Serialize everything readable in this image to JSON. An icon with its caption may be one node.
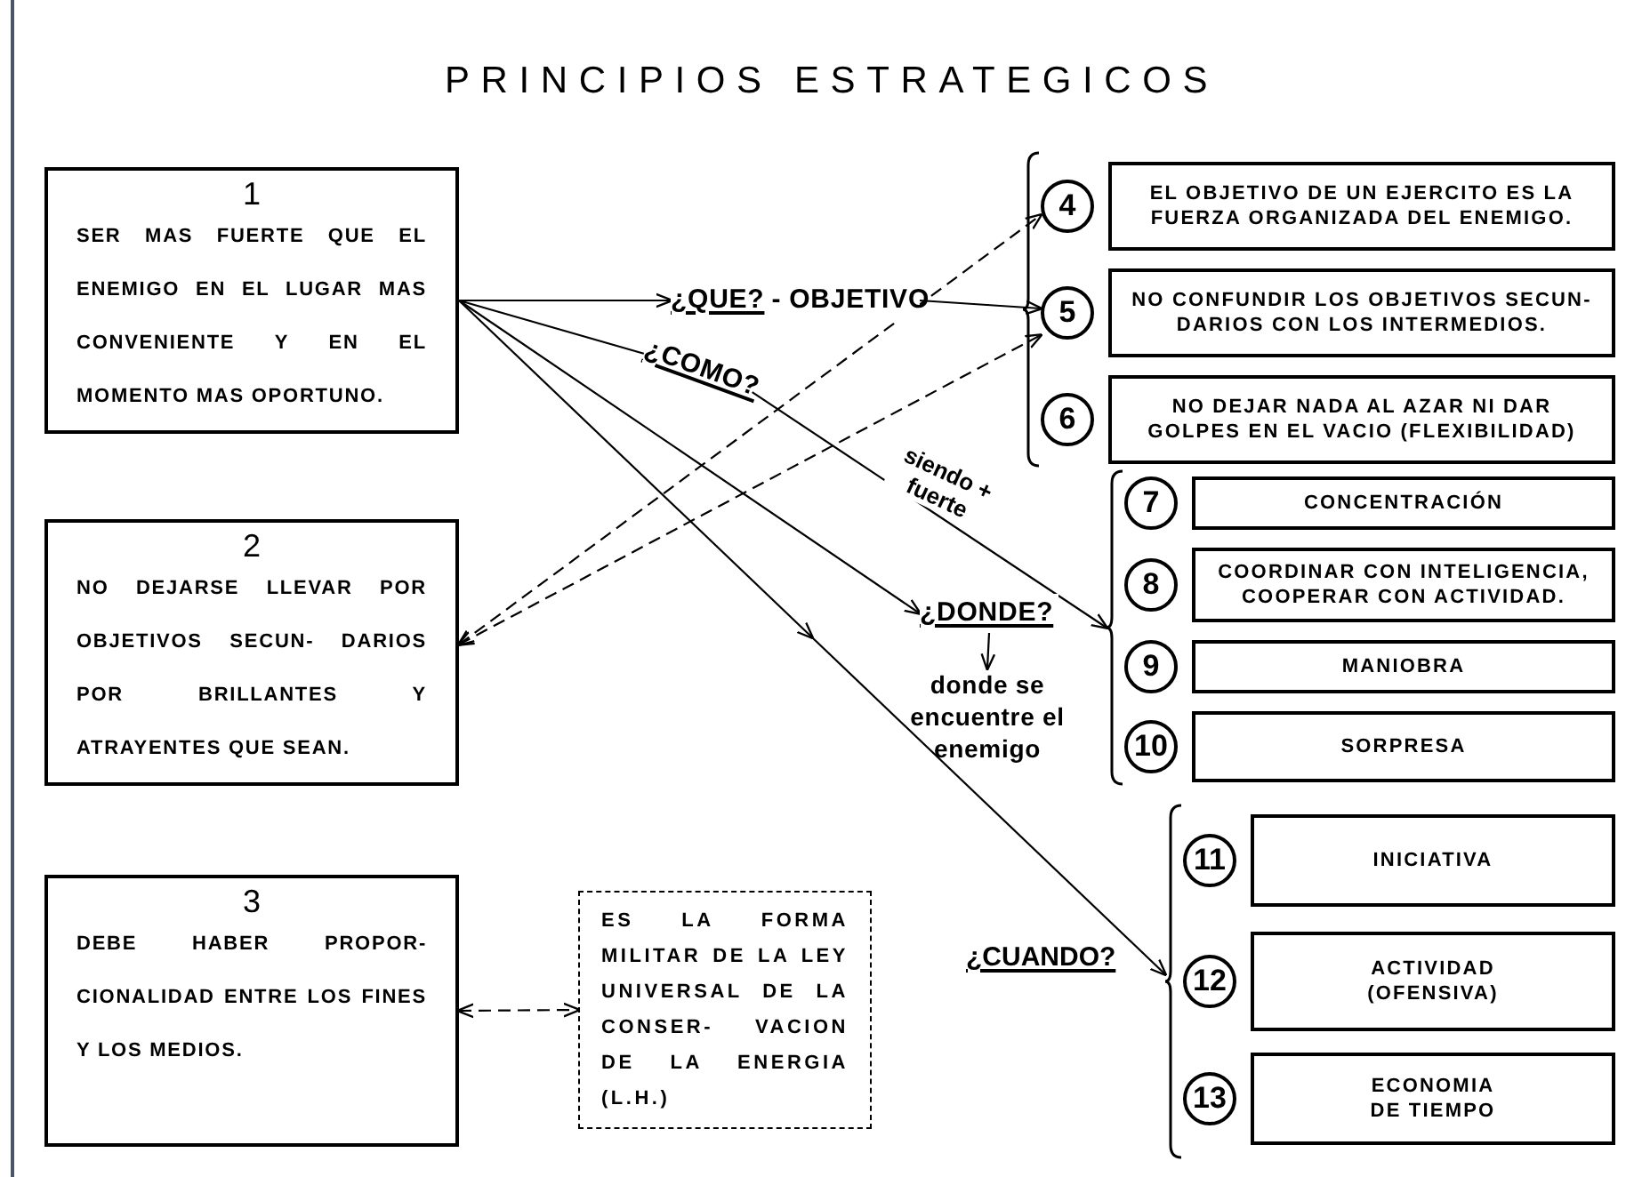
{
  "diagram": {
    "title": "PRINCIPIOS ESTRATEGICOS",
    "nodes": [
      {
        "text": [
          "1",
          "SER MAS FUERTE QUE EL ENEMIGO EN EL LUGAR MAS CONVENIENTE Y EN EL MOMENTO MAS OPORTUNO."
        ]
      },
      {
        "text": [
          "2",
          "NO DEJARSE LLEVAR POR OBJETIVOS SECUN- DARIOS POR BRILLANTES Y ATRAYENTES QUE SEAN."
        ]
      },
      {
        "text": [
          "3",
          "DEBE HABER PROPOR- CIONALIDAD ENTRE LOS FINES Y LOS MEDIOS."
        ]
      },
      {
        "text": [
          "ES LA FORMA MILITAR DE LA LEY UNIVERSAL DE LA CONSER- VACION DE LA ENERGIA (L.H.)"
        ]
      },
      {
        "text": [
          "¿QUE?",
          "- OBJETIVO"
        ]
      },
      {
        "text": [
          "¿COMO?"
        ]
      },
      {
        "text": [
          "¿DONDE?"
        ]
      },
      {
        "text": [
          "donde se encuentre el enemigo"
        ]
      },
      {
        "text": [],
        "shape": "bracket"
      },
      {
        "text": [
          "4",
          "EL OBJETIVO DE UN EJERCITO ES LA FUERZA ORGANIZADA DEL ENEMIGO."
        ],
        "in": 8
      },
      {
        "text": [
          "5",
          "NO CONFUNDIR LOS OBJETIVOS SECUN- DARIOS CON LOS INTERMEDIOS."
        ],
        "in": 8
      },
      {
        "text": [
          "6",
          "NO DEJAR NADA AL AZAR NI DAR GOLPES EN EL VACIO (FLEXIBILIDAD)"
        ],
        "in": 8
      },
      {
        "text": [],
        "shape": "bracket"
      },
      {
        "text": [
          "7",
          "CONCENTRACIÓN"
        ],
        "in": 12
      },
      {
        "text": [
          "8",
          "COORDINAR CON INTELIGENCIA, COOPERAR CON ACTIVIDAD."
        ],
        "in": 12
      },
      {
        "text": [
          "9",
          "MANIOBRA"
        ],
        "in": 12
      },
      {
        "text": [
          "10",
          "SORPRESA"
        ],
        "in": 12
      },
      {
        "text": [],
        "shape": "bracket"
      },
      {
        "text": [
          "11",
          "INICIATIVA"
        ],
        "in": 17
      },
      {
        "text": [
          "12",
          "ACTIVIDAD (OFENSIVA)"
        ],
        "in": 17
      },
      {
        "text": [
          "13",
          "ECONOMIA DE TIEMPO"
        ],
        "in": 17
      }
    ],
    "edges": [
      {
        "from": 0,
        "to": 4,
        "arrow": "to"
      },
      {
        "from": 4,
        "to": 10,
        "arrow": "to"
      },
      {
        "from": 0,
        "to": 5,
        "arrow": "none"
      },
      {
        "from": 5,
        "to": 12,
        "arrow": "to",
        "label": "siendo + fuerte"
      },
      {
        "from": 0,
        "to": 6,
        "arrow": "to"
      },
      {
        "from": 6,
        "to": 7,
        "arrow": "to"
      },
      {
        "from": 0,
        "to": 17,
        "arrow": "to"
      },
      {
        "from": 1,
        "to": 9,
        "arrow": "both",
        "style": "dashed"
      },
      {
        "from": 1,
        "to": 10,
        "arrow": "both",
        "style": "dashed"
      },
      {
        "from": 2,
        "to": 3,
        "arrow": "both",
        "style": "dashed"
      }
    ],
    "labels": [
      "¿CUANDO?"
    ]
  }
}
